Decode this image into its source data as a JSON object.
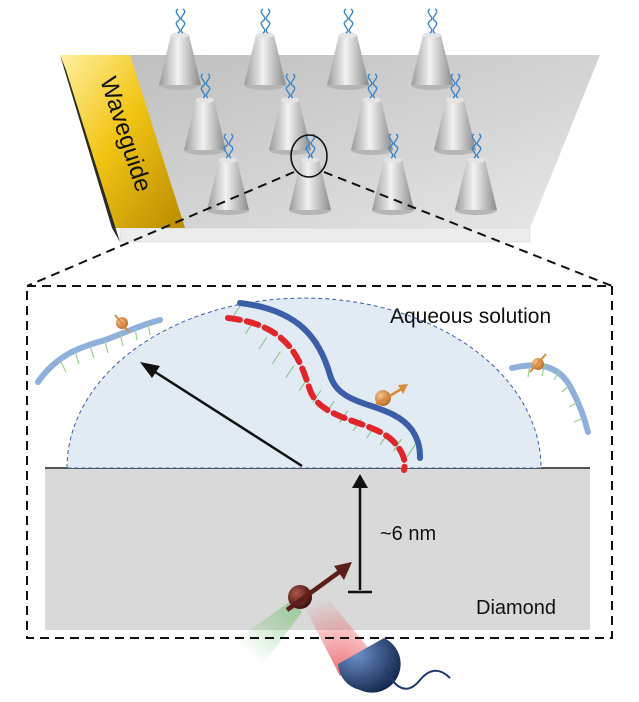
{
  "labels": {
    "waveguide": "Waveguide",
    "aqueous": "Aqueous solution",
    "distance": "~6 nm",
    "diamond": "Diamond"
  },
  "colors": {
    "waveguide_gold": "#f2c514",
    "chip_surface": "#c9c9c9",
    "diamond": "#d9d9d9",
    "hemisphere": "#e2eaf4",
    "dna_blue": "#3a5fa8",
    "dna_red": "#e0262a",
    "strand_light_blue": "#8fb0dc",
    "nv_center": "#5a1f1a",
    "spin_label": "#d98a3d",
    "laser_red": "#e8454a",
    "fluorescence_green": "#7cc47a",
    "detector": "#1f3b6e"
  }
}
